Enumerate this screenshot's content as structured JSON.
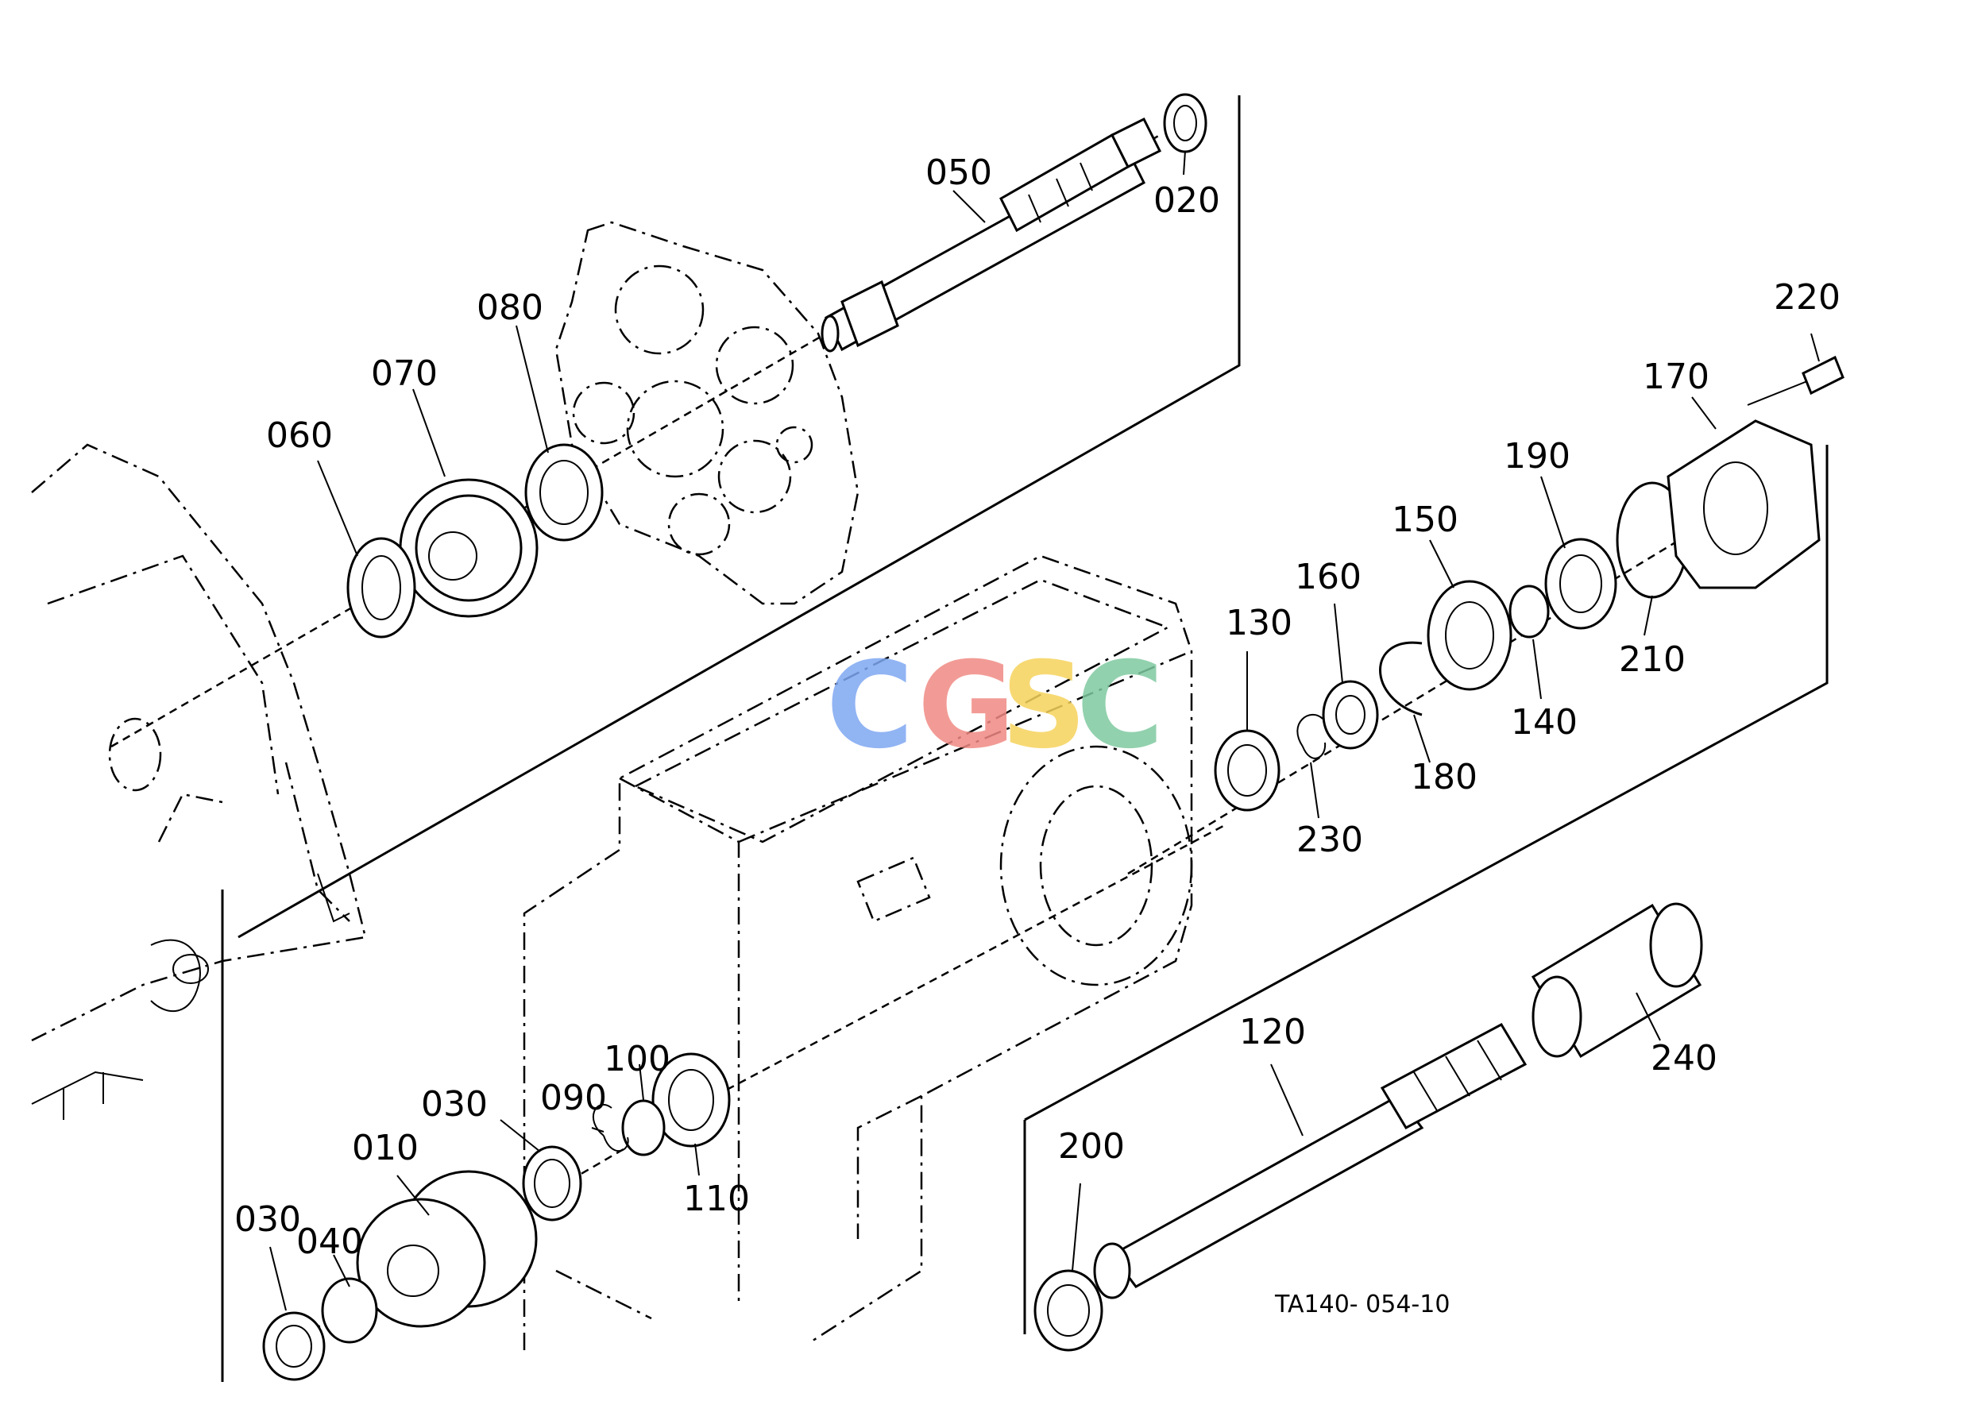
{
  "callouts": [
    {
      "label": "050"
    },
    {
      "label": "020"
    },
    {
      "label": "080"
    },
    {
      "label": "070"
    },
    {
      "label": "060"
    },
    {
      "label": "220"
    },
    {
      "label": "170"
    },
    {
      "label": "190"
    },
    {
      "label": "150"
    },
    {
      "label": "160"
    },
    {
      "label": "130"
    },
    {
      "label": "140"
    },
    {
      "label": "210"
    },
    {
      "label": "180"
    },
    {
      "label": "230"
    },
    {
      "label": "120"
    },
    {
      "label": "240"
    },
    {
      "label": "200"
    },
    {
      "label": "100"
    },
    {
      "label": "030"
    },
    {
      "label": "090"
    },
    {
      "label": "010"
    },
    {
      "label": "110"
    },
    {
      "label": "030"
    },
    {
      "label": "040"
    }
  ],
  "drawing_code": "TA140- 054-10",
  "watermark": {
    "letters": [
      "C",
      "G",
      "S",
      "C"
    ],
    "colors": [
      "#7ea7f2",
      "#f08a84",
      "#f6d35c",
      "#7fc9a0"
    ]
  }
}
